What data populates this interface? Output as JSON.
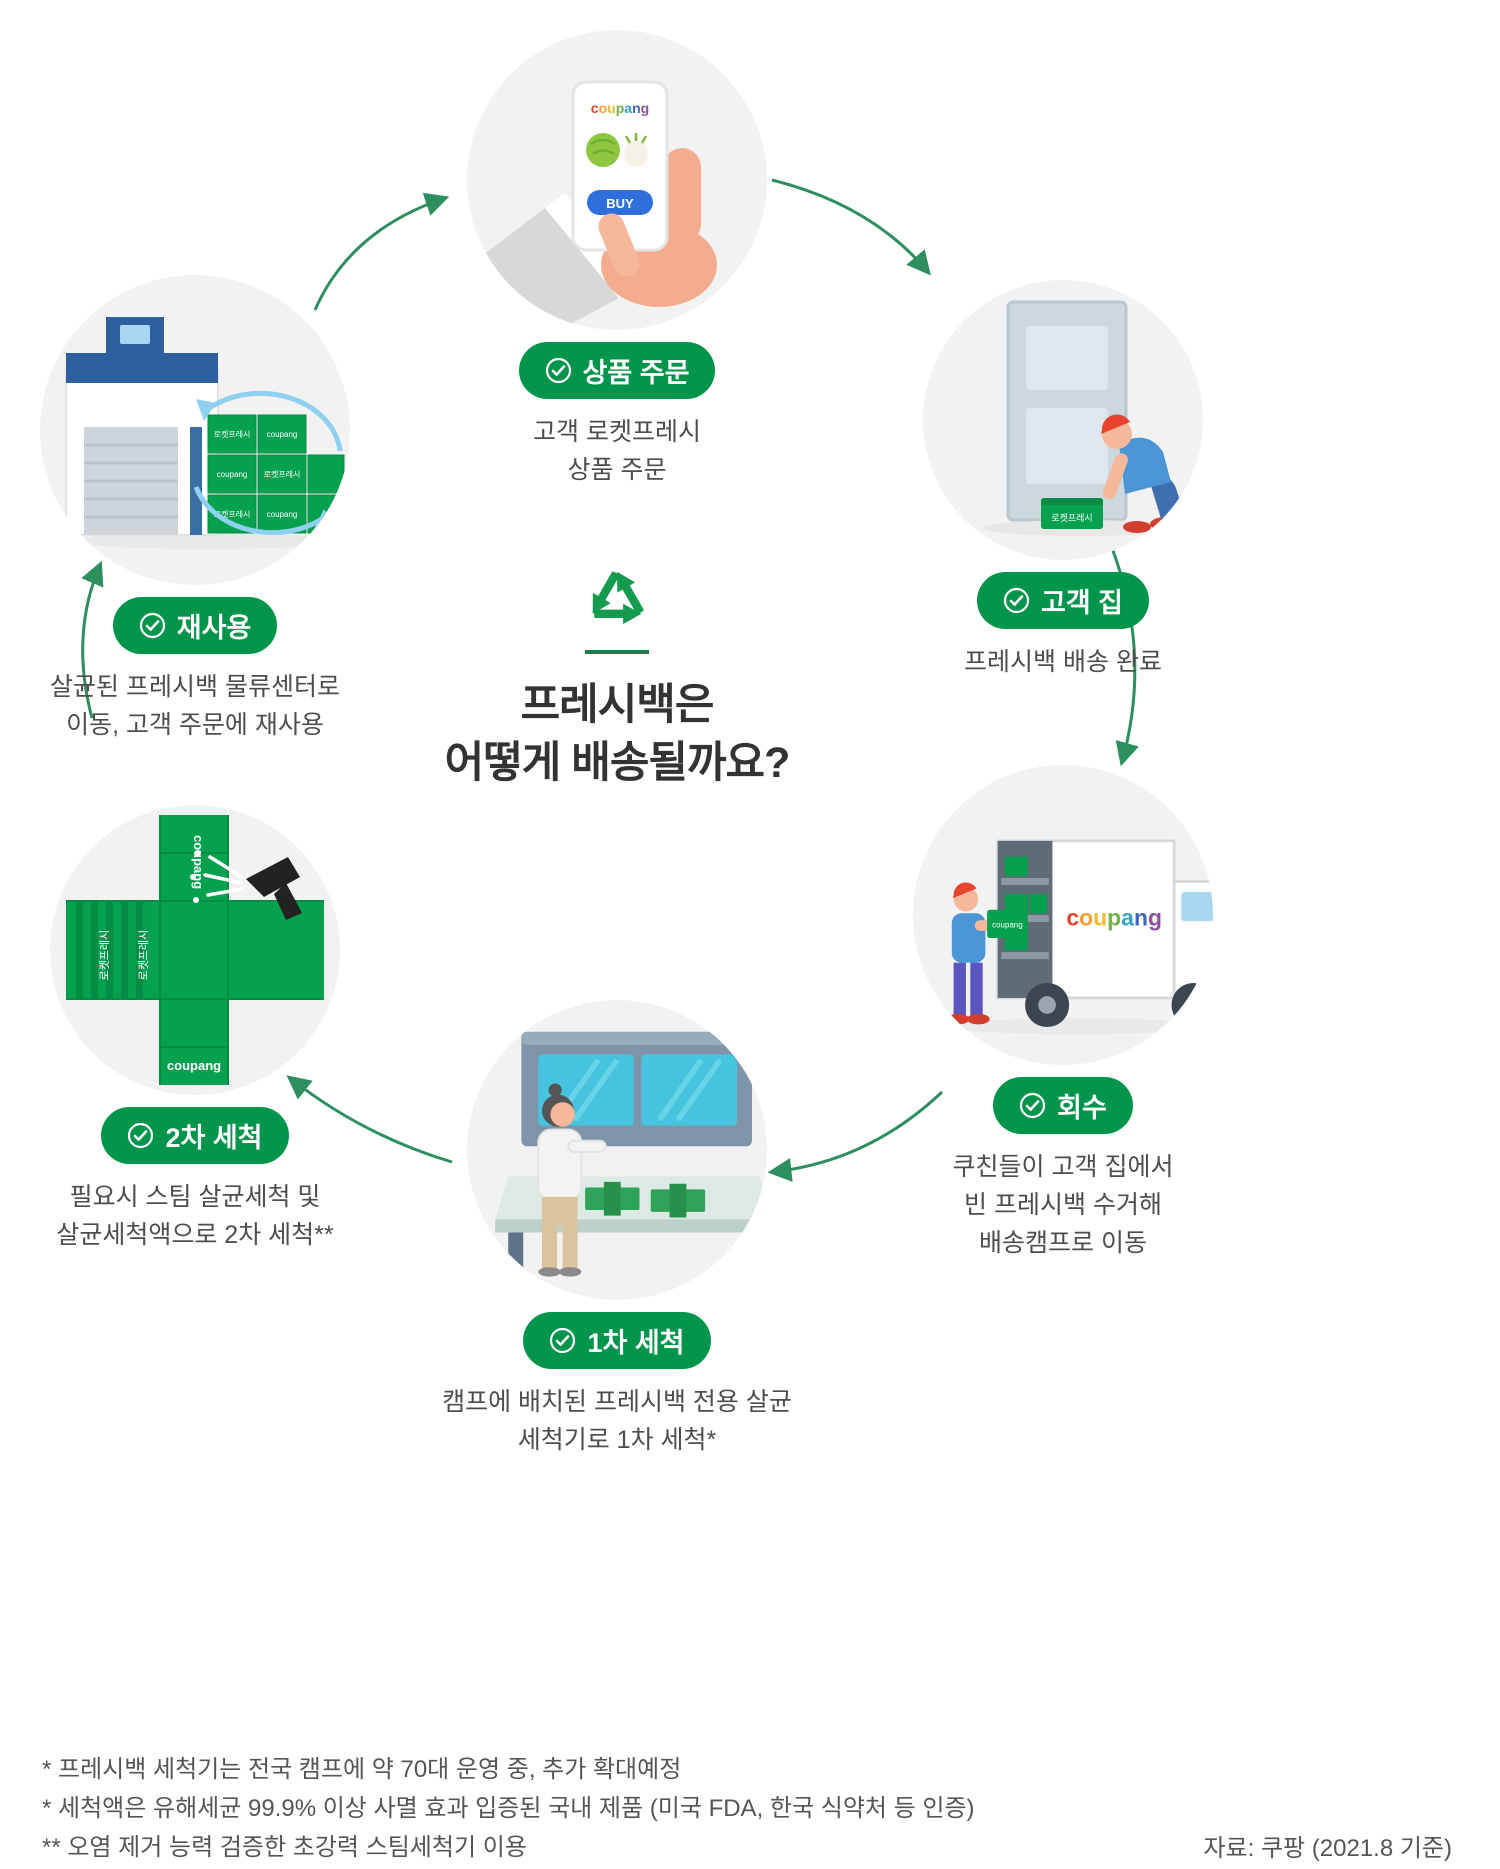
{
  "center": {
    "title_line1": "프레시백은",
    "title_line2": "어떻게 배송될까요?"
  },
  "brand": {
    "name": "coupang",
    "letters": [
      "c",
      "o",
      "u",
      "p",
      "a",
      "n",
      "g"
    ],
    "letter_colors": [
      "#e0442e",
      "#f59e31",
      "#edbb31",
      "#6fb345",
      "#32a3c9",
      "#3b67bd",
      "#8e4f9f"
    ],
    "buy_label": "BUY",
    "freshbag_label": "로켓프레시"
  },
  "steps": [
    {
      "id": "order",
      "badge": "상품 주문",
      "lines": [
        "고객 로켓프레시",
        "상품 주문"
      ]
    },
    {
      "id": "customer-home",
      "badge": "고객 집",
      "lines": [
        "프레시백 배송 완료"
      ]
    },
    {
      "id": "collect",
      "badge": "회수",
      "lines": [
        "쿠친들이 고객 집에서",
        "빈 프레시백 수거해",
        "배송캠프로 이동"
      ]
    },
    {
      "id": "first-wash",
      "badge": "1차 세척",
      "lines": [
        "캠프에 배치된 프레시백 전용 살균",
        "세척기로 1차 세척*"
      ]
    },
    {
      "id": "second-wash",
      "badge": "2차 세척",
      "lines": [
        "필요시 스팀 살균세척 및",
        "살균세척액으로 2차 세척**"
      ]
    },
    {
      "id": "reuse",
      "badge": "재사용",
      "lines": [
        "살균된 프레시백 물류센터로",
        "이동, 고객 주문에 재사용"
      ]
    }
  ],
  "footnotes": [
    "* 프레시백 세척기는 전국 캠프에 약 70대 운영 중, 추가 확대예정",
    "* 세척액은 유해세균 99.9% 이상 사멸 효과 입증된 국내 제품 (미국 FDA, 한국 식약처 등 인증)",
    "** 오염 제거 능력 검증한 초강력 스팀세척기 이용"
  ],
  "source": "자료: 쿠팡 (2021.8 기준)",
  "colors": {
    "badge_green": "#00954a",
    "arrow_green": "#2e8f5e",
    "freshbag_green": "#05a14f",
    "circle_bg": "#f2f2f2"
  }
}
